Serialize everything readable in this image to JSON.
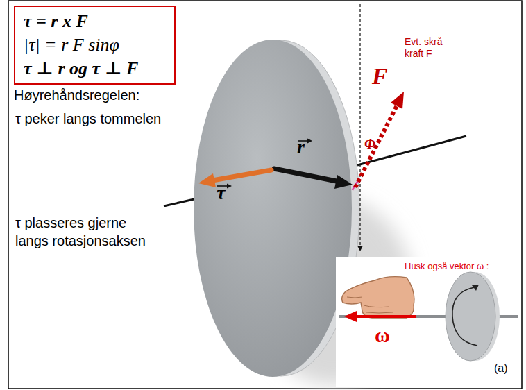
{
  "diagram": {
    "nodes": [
      {
        "text": [
          "τ = r x F",
          "|τ| = r F sinφ",
          "τ ⊥ r og τ ⊥ F"
        ]
      }
    ],
    "labels": [
      "Høyrehåndsregelen:",
      "τ peker langs tommelen",
      "τ plasseres gjerne langs rotasjonsaksen",
      "r",
      "τ",
      "F",
      "Evt. skrå kraft F",
      "Φ",
      "Husk også vektor ω :",
      "ω",
      "(a)"
    ]
  }
}
